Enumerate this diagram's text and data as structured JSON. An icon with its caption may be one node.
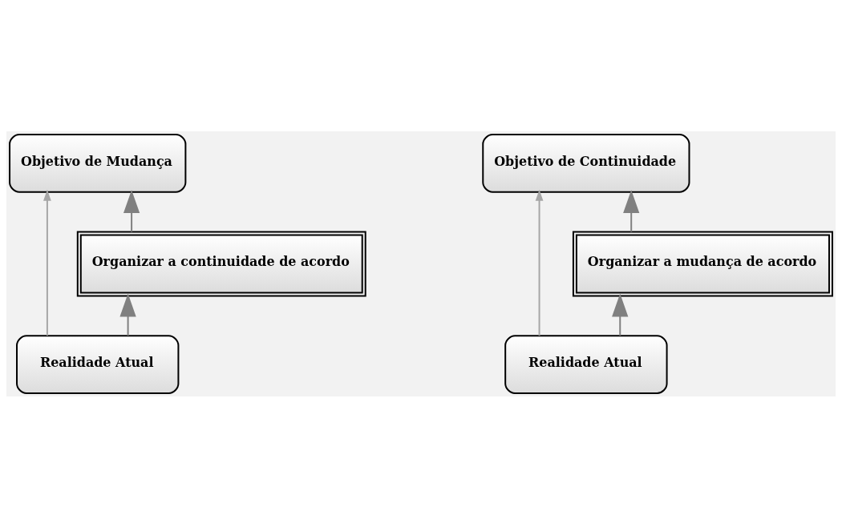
{
  "diagram": {
    "nodes": [
      {
        "text": [
          "Objetivo de Mudança"
        ]
      },
      {
        "text": [
          "Organizar a continuidade de acordo"
        ]
      },
      {
        "text": [
          "Realidade Atual"
        ]
      },
      {
        "text": [
          "Objetivo de Continuidade"
        ]
      },
      {
        "text": [
          "Organizar a mudança de acordo"
        ]
      },
      {
        "text": [
          "Realidade Atual"
        ]
      }
    ],
    "edges": [
      {
        "from": 1,
        "to": 0,
        "arrow": "to"
      },
      {
        "from": 2,
        "to": 1,
        "arrow": "to"
      },
      {
        "from": 2,
        "to": 0,
        "arrow": "to",
        "color": "#a6a6a6"
      },
      {
        "from": 4,
        "to": 3,
        "arrow": "to"
      },
      {
        "from": 5,
        "to": 4,
        "arrow": "to"
      },
      {
        "from": 5,
        "to": 3,
        "arrow": "to",
        "color": "#a6a6a6"
      }
    ]
  }
}
